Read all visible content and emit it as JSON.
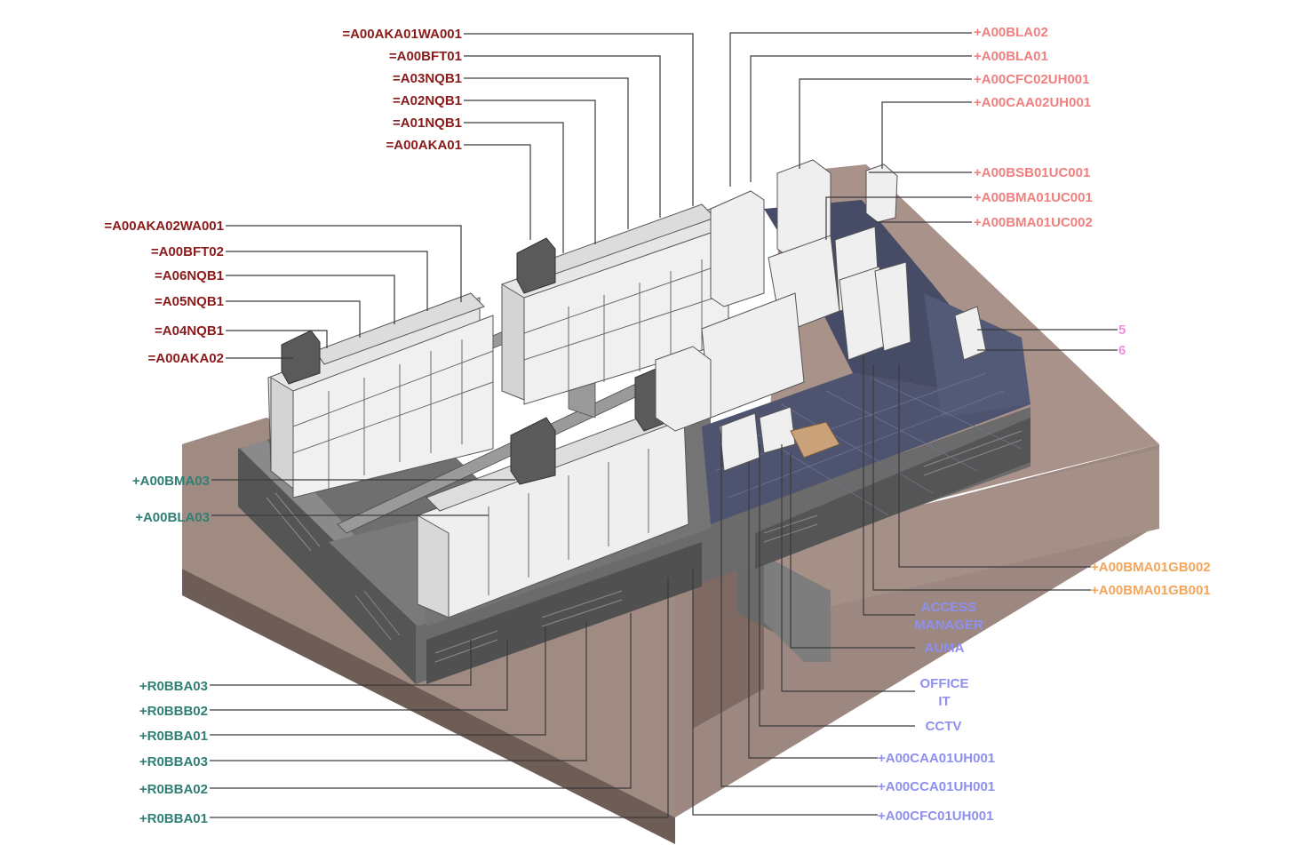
{
  "colors": {
    "equipment_labels": "#8b1a1a",
    "rooms_left": "#2f7f74",
    "rooms_right": "#f08080",
    "numbers": "#ef8fe0",
    "gb_labels": "#f4a55a",
    "it_labels": "#8f8fef",
    "ground": "#9a857d",
    "floor": "#4a4f6a",
    "cabinet": "#efefef"
  },
  "labels": {
    "l1": "=A00AKA01WA001",
    "l2": "=A00BFT01",
    "l3": "=A03NQB1",
    "l4": "=A02NQB1",
    "l5": "=A01NQB1",
    "l6": "=A00AKA01",
    "l7": "=A00AKA02WA001",
    "l8": "=A00BFT02",
    "l9": "=A06NQB1",
    "l10": "=A05NQB1",
    "l11": "=A04NQB1",
    "l12": "=A00AKA02",
    "l13": "+A00BMA03",
    "l14": "+A00BLA03",
    "l15": "+R0BBA03",
    "l16": "+R0BBB02",
    "l17": "+R0BBA01",
    "l18": "+R0BBA03",
    "l19": "+R0BBA02",
    "l20": "+R0BBA01",
    "r1": "+A00BLA02",
    "r2": "+A00BLA01",
    "r3": "+A00CFC02UH001",
    "r4": "+A00CAA02UH001",
    "r5": "+A00BSB01UC001",
    "r6": "+A00BMA01UC001",
    "r7": "+A00BMA01UC002",
    "r8": "5",
    "r9": "6",
    "r10": "+A00BMA01GB002",
    "r11": "+A00BMA01GB001",
    "r12a": "ACCESS",
    "r12b": "MANAGER",
    "r13": "AUMA",
    "r14a": "OFFICE",
    "r14b": "IT",
    "r15": "CCTV",
    "r16": "+A00CAA01UH001",
    "r17": "+A00CCA01UH001",
    "r18": "+A00CFC01UH001"
  }
}
